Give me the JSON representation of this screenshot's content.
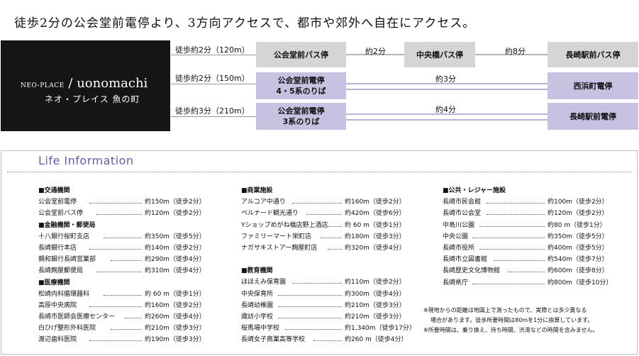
{
  "headline": "徒歩2分の公会堂前電停より、3方向アクセスで、都市や郊外へ自在にアクセス。",
  "logo": {
    "brand_small": "NEO-PLACE",
    "brand_big": "uonomachi",
    "brand_ja": "ネオ・プレイス 魚の町"
  },
  "access": {
    "routes": [
      {
        "walk": "徒歩約2分（120m）",
        "start": [
          "公会堂前バス停"
        ],
        "segments": [
          {
            "time": "約2分",
            "stop": [
              "中央橋バス停"
            ]
          },
          {
            "time": "約8分",
            "stop": [
              "長崎駅前バス停"
            ]
          }
        ]
      },
      {
        "walk": "徒歩約2分（150m）",
        "start": [
          "公会堂前電停",
          "4・5系のりば"
        ],
        "time": "約3分",
        "dest": [
          "西浜町電停"
        ]
      },
      {
        "walk": "徒歩約3分（210m）",
        "start": [
          "公会堂前電停",
          "3系のりば"
        ],
        "time": "約4分",
        "dest": [
          "長崎駅前電停"
        ]
      }
    ]
  },
  "life": {
    "title": "Life Information",
    "columns": [
      {
        "groups": [
          {
            "category": "■交通機関",
            "items": [
              {
                "name": "公会堂前電停",
                "distance": "約150m（徒歩2分）"
              },
              {
                "name": "公会堂前バス停",
                "distance": "約120m（徒歩2分）"
              }
            ]
          },
          {
            "category": "■金融機関・郵便局",
            "items": [
              {
                "name": "十八銀行桜町支店",
                "distance": "約350m（徒歩5分）"
              },
              {
                "name": "長崎銀行本店",
                "distance": "約140m（徒歩2分）"
              },
              {
                "name": "親和銀行長崎営業部",
                "distance": "約290m（徒歩4分）"
              },
              {
                "name": "長崎麹屋郵便局",
                "distance": "約310m（徒歩4分）"
              }
            ]
          },
          {
            "category": "■医療機関",
            "items": [
              {
                "name": "松崎内科循環器科",
                "distance": "約 60 m（徒歩1分）"
              },
              {
                "name": "高原中央病院",
                "distance": "約160m（徒歩2分）"
              },
              {
                "name": "長崎市医師会医療センター",
                "distance": "約260m（徒歩4分）"
              },
              {
                "name": "白ひげ整形外科医院",
                "distance": "約210m（徒歩3分）"
              },
              {
                "name": "渡辺歯科医院",
                "distance": "約190m（徒歩3分）"
              }
            ]
          }
        ]
      },
      {
        "groups": [
          {
            "category": "■商業施設",
            "items": [
              {
                "name": "アルコア中通り",
                "distance": "約160m（徒歩2分）"
              },
              {
                "name": "ベルナード観光通り",
                "distance": "約420m（徒歩6分）"
              },
              {
                "name": "Yショップめがね橋店野上酒店",
                "distance": "約 60 m（徒歩1分）"
              },
              {
                "name": "ファミリーマート栄町店",
                "distance": "約180m（徒歩3分）"
              },
              {
                "name": "ナガサキストアー麹屋町店",
                "distance": "約320m（徒歩4分）"
              }
            ]
          },
          {
            "category": "■教育機関",
            "items": [
              {
                "name": "ほほえみ保育園",
                "distance": "約110m（徒歩2分）"
              },
              {
                "name": "中央保育所",
                "distance": "約300m（徒歩4分）"
              },
              {
                "name": "長崎幼稚園",
                "distance": "約210m（徒歩3分）"
              },
              {
                "name": "諏訪小学校",
                "distance": "約210m（徒歩3分）"
              },
              {
                "name": "桜馬場中学校",
                "distance": "約1,340m（徒歩17分）"
              },
              {
                "name": "長崎女子商業高等学校",
                "distance": "約260 m（徒歩4分）"
              }
            ]
          }
        ]
      },
      {
        "groups": [
          {
            "category": "■公共・レジャー施設",
            "items": [
              {
                "name": "長崎市民会館",
                "distance": "約100m（徒歩2分）"
              },
              {
                "name": "長崎市公会堂",
                "distance": "約120m（徒歩2分）"
              },
              {
                "name": "中島川公園",
                "distance": "約80 m（徒歩1分）"
              },
              {
                "name": "中央公園",
                "distance": "約350m（徒歩5分）"
              },
              {
                "name": "長崎市役所",
                "distance": "約400m（徒歩5分）"
              },
              {
                "name": "長崎市立図書館",
                "distance": "約540m（徒歩7分）"
              },
              {
                "name": "長崎歴史文化博物館",
                "distance": "約600m（徒歩8分）"
              },
              {
                "name": "長崎県庁",
                "distance": "約800m（徒歩10分）"
              }
            ]
          }
        ]
      }
    ],
    "notes": [
      "※現地からの距離は地図上で測ったもので、実際とは多少異なる",
      "場合があります。徒歩所要時間は80mを1分に換算しています。",
      "※所要時間は、乗り換え、待ち時間、渋滞などの時間を含みません。"
    ]
  }
}
